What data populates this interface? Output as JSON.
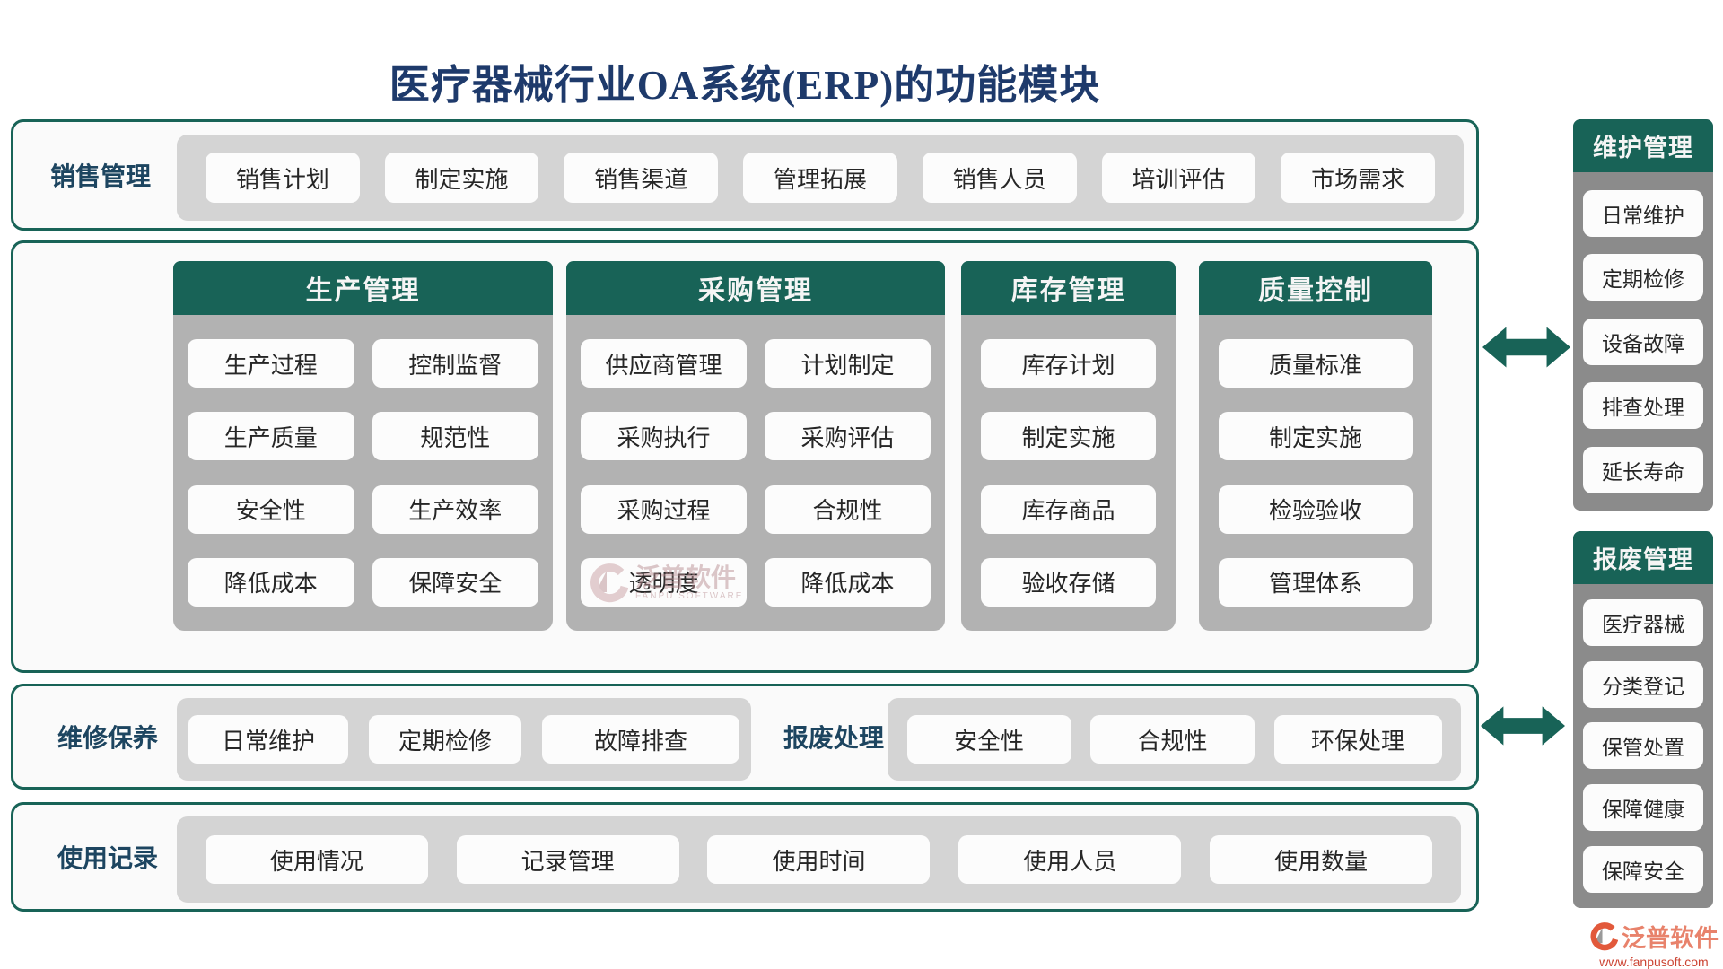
{
  "title": "医疗器械行业OA系统(ERP)的功能模块",
  "colors": {
    "teal": "#186357",
    "navy": "#1e3a6b",
    "body_gray": "#b2b2b2",
    "strip_gray": "#d4d4d4",
    "panel_gray": "#8b8b8b"
  },
  "sales": {
    "label": "销售管理",
    "items": [
      "销售计划",
      "制定实施",
      "销售渠道",
      "管理拓展",
      "销售人员",
      "培训评估",
      "市场需求"
    ]
  },
  "modules": {
    "production": {
      "header": "生产管理",
      "items": [
        "生产过程",
        "控制监督",
        "生产质量",
        "规范性",
        "安全性",
        "生产效率",
        "降低成本",
        "保障安全"
      ]
    },
    "procurement": {
      "header": "采购管理",
      "items": [
        "供应商管理",
        "计划制定",
        "采购执行",
        "采购评估",
        "采购过程",
        "合规性",
        "透明度",
        "降低成本"
      ]
    },
    "inventory": {
      "header": "库存管理",
      "items": [
        "库存计划",
        "制定实施",
        "库存商品",
        "验收存储"
      ]
    },
    "quality": {
      "header": "质量控制",
      "items": [
        "质量标准",
        "制定实施",
        "检验验收",
        "管理体系"
      ]
    }
  },
  "maintenance_row": {
    "label": "维修保养",
    "items": [
      "日常维护",
      "定期检修",
      "故障排查"
    ],
    "scrap_label": "报废处理",
    "scrap_items": [
      "安全性",
      "合规性",
      "环保处理"
    ]
  },
  "usage_row": {
    "label": "使用记录",
    "items": [
      "使用情况",
      "记录管理",
      "使用时间",
      "使用人员",
      "使用数量"
    ]
  },
  "sidebar": {
    "maintenance": {
      "header": "维护管理",
      "items": [
        "日常维护",
        "定期检修",
        "设备故障",
        "排查处理",
        "延长寿命"
      ]
    },
    "scrap": {
      "header": "报废管理",
      "items": [
        "医疗器械",
        "分类登记",
        "保管处置",
        "保障健康",
        "保障安全"
      ]
    }
  },
  "watermark": {
    "name": "泛普软件",
    "sub": "FANPU SOFTWARE"
  },
  "logo": {
    "name": "泛普软件",
    "url": "www.fanpusoft.com"
  }
}
